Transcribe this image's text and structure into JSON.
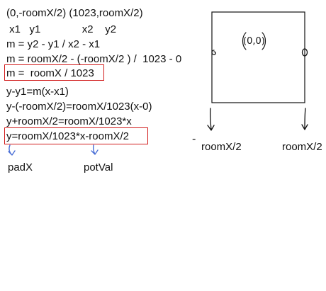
{
  "math_lines": {
    "l1": "(0,-roomX/2) (1023,roomX/2)",
    "l2": " x1   y1              x2    y2",
    "l3": "m = y2 - y1 / x2 - x1",
    "l4": "m = roomX/2 - (-roomX/2 ) /  1023 - 0",
    "l5": "m =  roomX / 1023",
    "l6": "y-y1=m(x-x1)",
    "l7": "y-(-roomX/2)=roomX/1023(x-0)",
    "l8": "y+roomX/2=roomX/1023*x",
    "l9": "y=roomX/1023*x-roomX/2"
  },
  "annotations": {
    "padX": "padX",
    "potVal": "potVal"
  },
  "diagram": {
    "origin_label": "(0,0)",
    "left_label": "roomX/2",
    "right_label": "roomX/2",
    "left_sign": "-"
  },
  "colors": {
    "ink": "#111111",
    "highlight": "#d11a1a",
    "arrow_blue": "#4a6fd6"
  }
}
